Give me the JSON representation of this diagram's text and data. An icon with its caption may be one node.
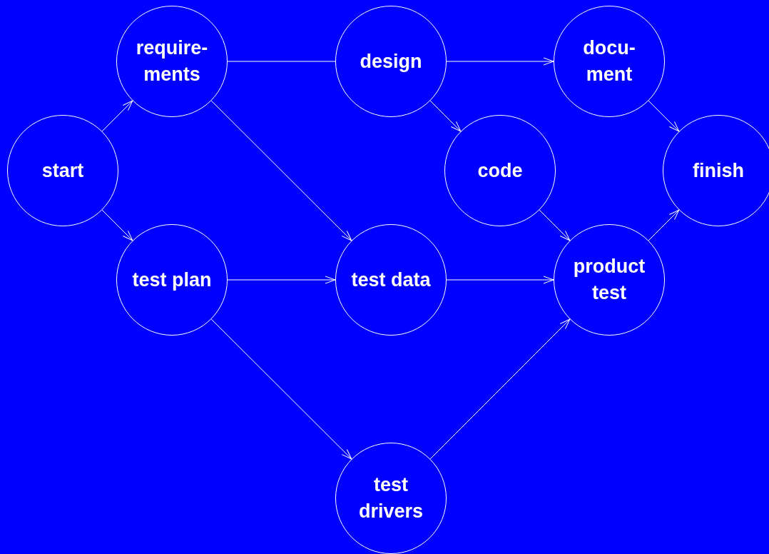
{
  "diagram": {
    "nodes": [
      {
        "text": [
          "start"
        ]
      },
      {
        "text": [
          "require- ments"
        ]
      },
      {
        "text": [
          "design"
        ]
      },
      {
        "text": [
          "docu- ment"
        ]
      },
      {
        "text": [
          "code"
        ]
      },
      {
        "text": [
          "finish"
        ]
      },
      {
        "text": [
          "test plan"
        ]
      },
      {
        "text": [
          "test data"
        ]
      },
      {
        "text": [
          "product test"
        ]
      },
      {
        "text": [
          "test drivers"
        ]
      }
    ],
    "edges": [
      {
        "from": 0,
        "to": 1,
        "arrow": "to"
      },
      {
        "from": 0,
        "to": 6,
        "arrow": "to"
      },
      {
        "from": 1,
        "to": 2,
        "arrow": "none"
      },
      {
        "from": 1,
        "to": 7,
        "arrow": "to"
      },
      {
        "from": 2,
        "to": 3,
        "arrow": "to"
      },
      {
        "from": 2,
        "to": 4,
        "arrow": "to"
      },
      {
        "from": 3,
        "to": 5,
        "arrow": "to"
      },
      {
        "from": 4,
        "to": 8,
        "arrow": "to"
      },
      {
        "from": 8,
        "to": 5,
        "arrow": "to"
      },
      {
        "from": 6,
        "to": 7,
        "arrow": "to"
      },
      {
        "from": 6,
        "to": 9,
        "arrow": "to"
      },
      {
        "from": 7,
        "to": 8,
        "arrow": "to"
      },
      {
        "from": 9,
        "to": 8,
        "arrow": "to"
      }
    ]
  }
}
